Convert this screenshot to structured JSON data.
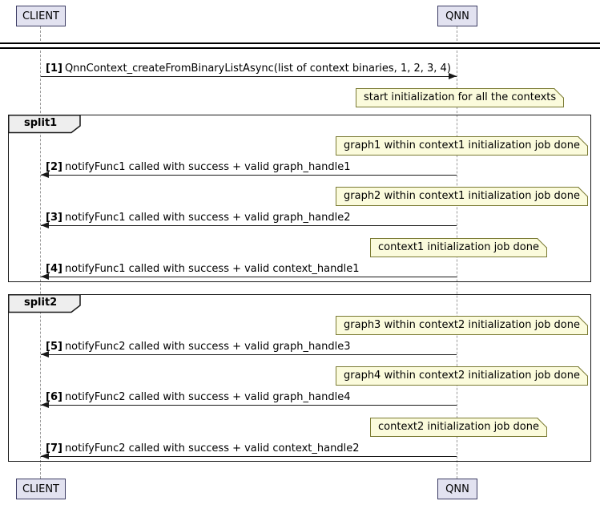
{
  "participants": {
    "client": "CLIENT",
    "qnn": "QNN"
  },
  "messages": [
    {
      "num": "[1]",
      "text": "QnnContext_createFromBinaryListAsync(list of context binaries, 1, 2, 3, 4)",
      "from": "CLIENT",
      "to": "QNN"
    },
    {
      "num": "[2]",
      "text": "notifyFunc1 called with success + valid graph_handle1",
      "from": "QNN",
      "to": "CLIENT"
    },
    {
      "num": "[3]",
      "text": "notifyFunc1 called with success + valid graph_handle2",
      "from": "QNN",
      "to": "CLIENT"
    },
    {
      "num": "[4]",
      "text": "notifyFunc1 called with success + valid context_handle1",
      "from": "QNN",
      "to": "CLIENT"
    },
    {
      "num": "[5]",
      "text": "notifyFunc2 called with success + valid graph_handle3",
      "from": "QNN",
      "to": "CLIENT"
    },
    {
      "num": "[6]",
      "text": "notifyFunc2 called with success + valid graph_handle4",
      "from": "QNN",
      "to": "CLIENT"
    },
    {
      "num": "[7]",
      "text": "notifyFunc2 called with success + valid context_handle2",
      "from": "QNN",
      "to": "CLIENT"
    }
  ],
  "notes": [
    {
      "text": "start initialization for all the contexts"
    },
    {
      "text": "graph1 within context1 initialization job done"
    },
    {
      "text": "graph2 within context1 initialization job done"
    },
    {
      "text": "context1 initialization job done"
    },
    {
      "text": "graph3 within context2 initialization job done"
    },
    {
      "text": "graph4 within context2 initialization job done"
    },
    {
      "text": "context2 initialization job done"
    }
  ],
  "groups": [
    {
      "label": "split1"
    },
    {
      "label": "split2"
    }
  ],
  "colors": {
    "participant_fill": "#E2E2F0",
    "participant_border": "#3B3B63",
    "note_fill": "#FBFBDC",
    "note_border": "#7A7A33",
    "lifeline": "#999999",
    "arrow": "#181818",
    "group_border": "#181818"
  }
}
